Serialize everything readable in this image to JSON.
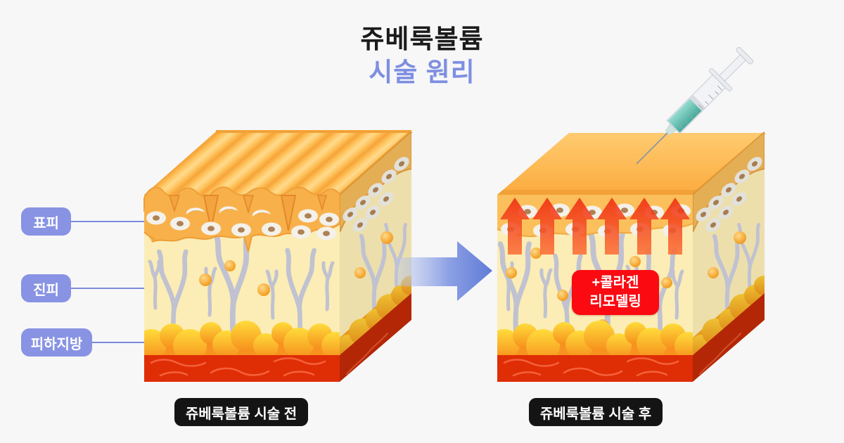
{
  "title": {
    "line1": "쥬베룩볼륨",
    "line2": "시술 원리"
  },
  "layer_labels": [
    {
      "label": "표피"
    },
    {
      "label": "진피"
    },
    {
      "label": "피하지방"
    }
  ],
  "before": {
    "caption": "쥬베룩볼륨 시술 전"
  },
  "after": {
    "caption": "쥬베룩볼륨 시술 후",
    "badge_line1": "+콜라겐",
    "badge_line2": "리모델링"
  },
  "icons": {
    "syringe": "syringe-icon",
    "transform_arrow": "transform-arrow-icon",
    "collagen_up_arrows": "collagen-up-arrows-icon"
  },
  "colors": {
    "background": "#F7F7F8",
    "title_accent": "#7E8FE1",
    "label_badge": "#8893E3",
    "label_line": "#7D8BDB",
    "caption_pill": "#141414",
    "collagen_badge": "#FB0A12",
    "epidermis": "#F8B14A",
    "dermis": "#FBEDB5",
    "fat": "#F68E1C",
    "muscle": "#DF2D05",
    "collagen_fiber": "#C0C2D1",
    "up_arrow": "#F14F2B",
    "transform_arrow": "#5F7BD6"
  }
}
